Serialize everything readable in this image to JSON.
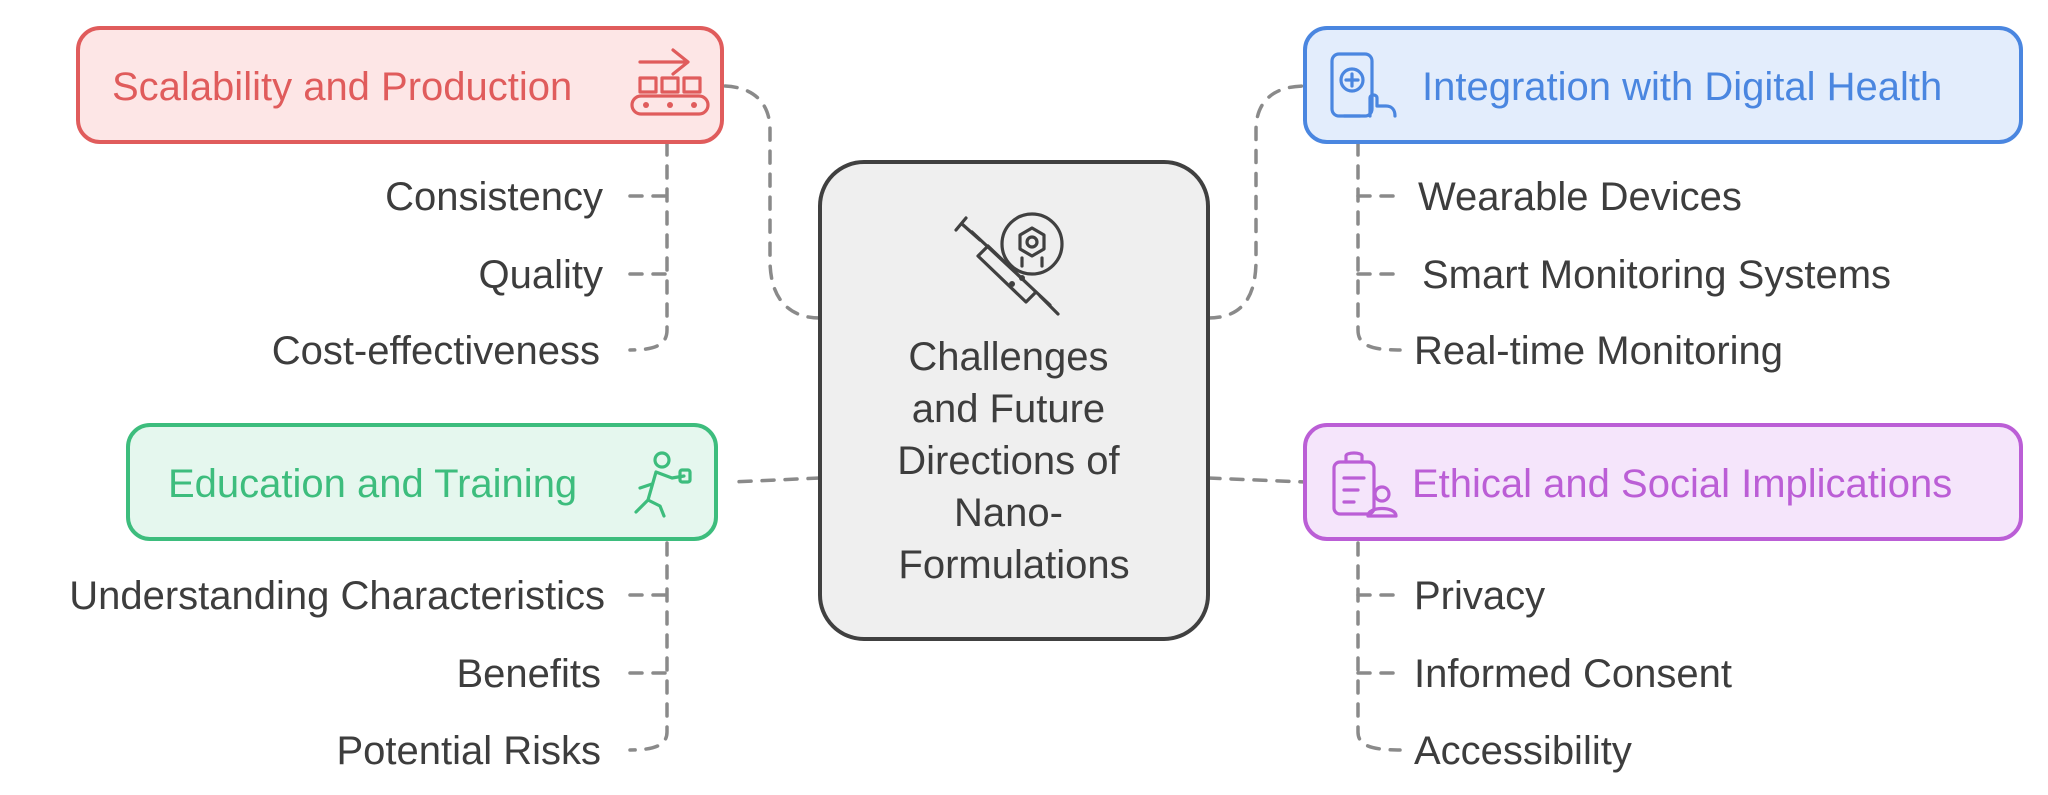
{
  "center": {
    "lines": [
      "Challenges",
      "and Future",
      "Directions of",
      "Nano-",
      "Formulations"
    ],
    "icon": "nano-syringe-icon"
  },
  "branches": [
    {
      "title": "Scalability and Production",
      "icon": "conveyor-belt-icon",
      "color": "#e05c5c",
      "bg": "#fde6e6",
      "items": [
        "Consistency",
        "Quality",
        "Cost-effectiveness"
      ]
    },
    {
      "title": "Integration with Digital Health",
      "icon": "smartphone-health-icon",
      "color": "#4a86e0",
      "bg": "#e3edfc",
      "items": [
        "Wearable Devices",
        "Smart Monitoring Systems",
        "Real-time Monitoring"
      ]
    },
    {
      "title": "Education and Training",
      "icon": "running-person-icon",
      "color": "#3dbd7d",
      "bg": "#e5f7ee",
      "items": [
        "Understanding Characteristics",
        "Benefits",
        "Potential Risks"
      ]
    },
    {
      "title": "Ethical and Social Implications",
      "icon": "clipboard-user-icon",
      "color": "#bb5ed6",
      "bg": "#f5e5fb",
      "items": [
        "Privacy",
        "Informed Consent",
        "Accessibility"
      ]
    }
  ]
}
